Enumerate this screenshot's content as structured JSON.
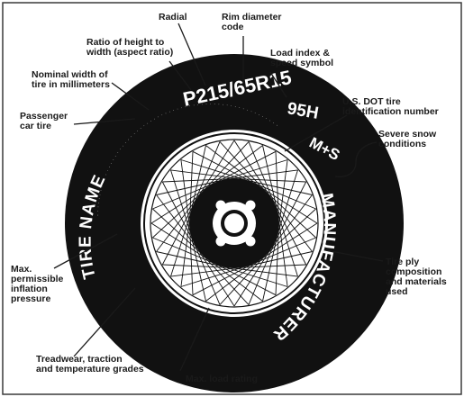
{
  "labels": {
    "radial": "Radial",
    "rim_diameter": [
      "Rim diameter",
      "code"
    ],
    "aspect_ratio": [
      "Ratio of height to",
      "width (aspect ratio)"
    ],
    "load_index": [
      "Load index &",
      "speed symbol"
    ],
    "nominal_width": [
      "Nominal width of",
      "tire in millimeters"
    ],
    "us_dot": [
      "U.S. DOT tire",
      "identification number"
    ],
    "passenger": [
      "Passenger",
      "car tire"
    ],
    "severe_snow": [
      "Severe snow",
      "conditions"
    ],
    "max_pressure": [
      "Max.",
      "permissible",
      "inflation",
      "pressure"
    ],
    "ply_composition": [
      "Tire ply",
      "composition",
      "and materials",
      "used"
    ],
    "treadwear": [
      "Treadwear, traction",
      "and temperature grades"
    ],
    "max_load": "Max. load rating"
  },
  "tire": {
    "size_code": "P215/65R15",
    "service_description": "95H",
    "snow_marking": "M+S",
    "tire_name": "TIRE NAME",
    "manufacturer": "MANUFACTURER"
  }
}
